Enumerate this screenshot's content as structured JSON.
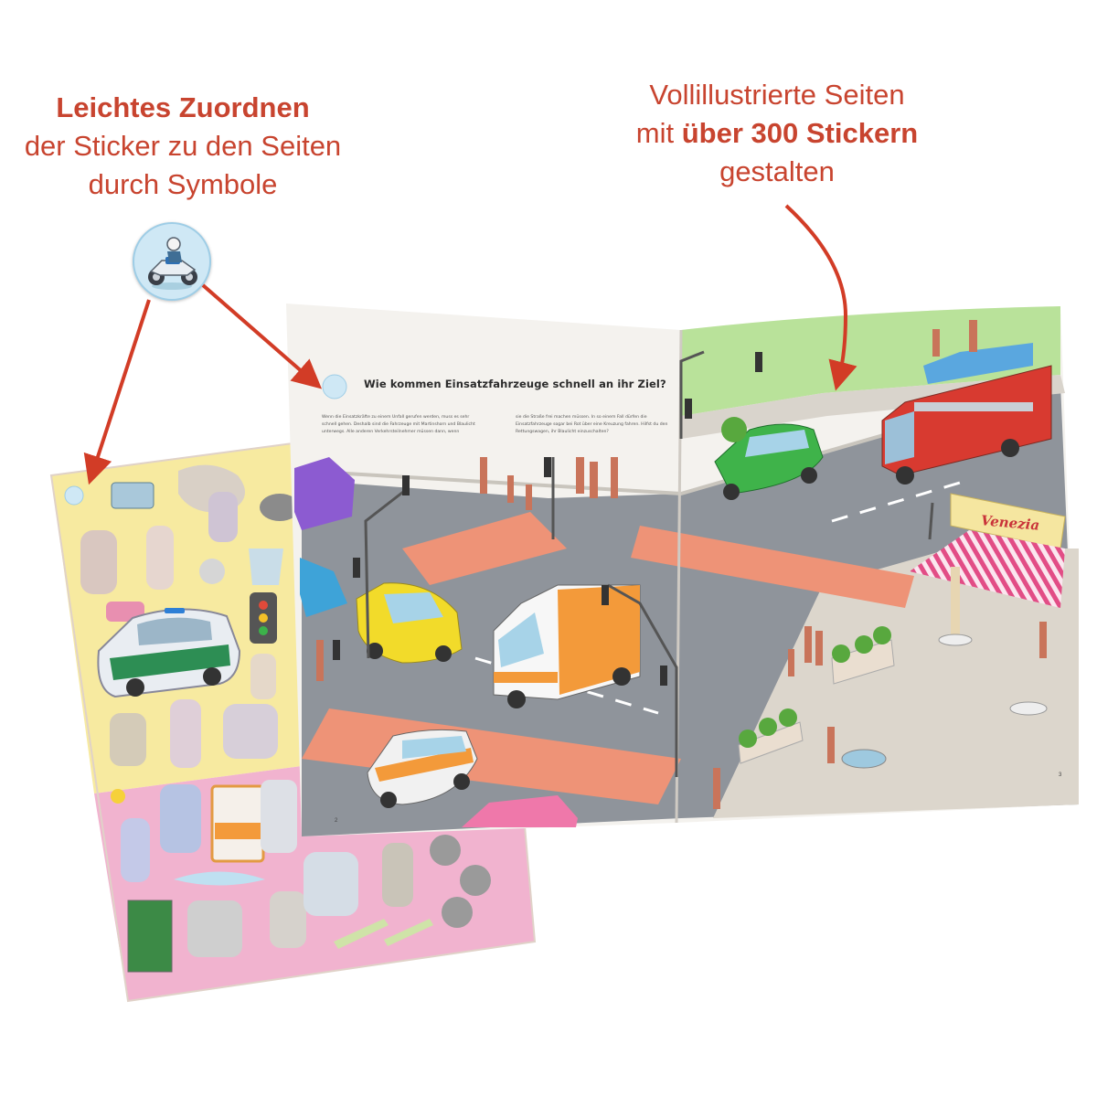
{
  "captions": {
    "left": {
      "bold": "Leichtes Zuordnen",
      "line2": "der Sticker zu den Seiten",
      "line3": "durch Symbole"
    },
    "right": {
      "line1": "Vollillustrierte Seiten",
      "line2_prefix": "mit",
      "line2_bold": "über 300 Stickern",
      "line3": "gestalten"
    }
  },
  "book": {
    "title": "Wie kommen Einsatzfahrzeuge schnell an ihr Ziel?",
    "body_left": "Wenn die Einsatzkräfte zu einem Unfall gerufen werden, muss es sehr schnell gehen. Deshalb sind die Fahrzeuge mit Martinshorn und Blaulicht unterwegs. Alle anderen Verkehrsteilnehmer müssen dann, wenn",
    "body_right": "sie die Straße frei machen müssen. In so einem Fall dürfen die Einsatzfahrzeuge sogar bei Rot über eine Kreuzung fahren. Hilfst du den Rettungswagen, ihr Blaulicht einzuschalten?",
    "shop_sign": "Venezia",
    "page_left": "2",
    "page_right": "3"
  },
  "colors": {
    "caption": "#c8442f",
    "arrow": "#d23c26",
    "sticker_sheet_top": "#f7eaa0",
    "sticker_sheet_bottom": "#f1b3cf"
  },
  "icons": {
    "symbol": "police-motorcycle-icon"
  }
}
